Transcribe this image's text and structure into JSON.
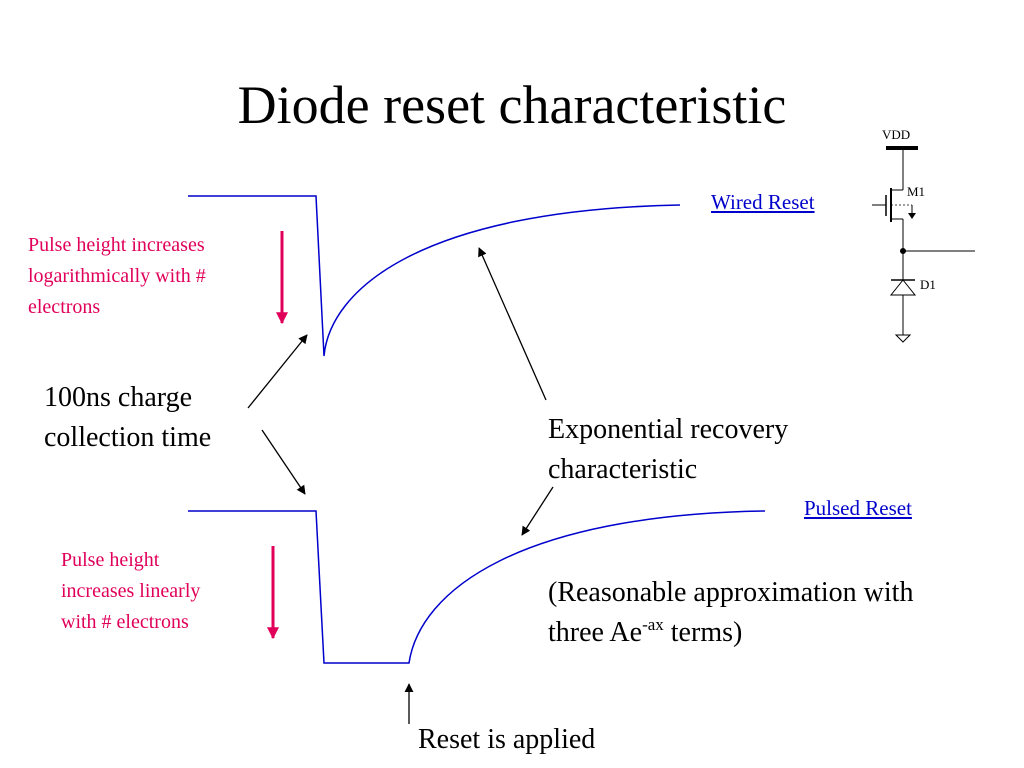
{
  "title": "Diode reset characteristic",
  "wired_reset_label": "Wired Reset",
  "pulsed_reset_label": "Pulsed Reset",
  "note_log": [
    "Pulse height increases",
    "logarithmically with #",
    "electrons"
  ],
  "note_linear": [
    "Pulse height",
    "increases linearly",
    "with # electrons"
  ],
  "collection_time": [
    "100ns charge",
    "collection time"
  ],
  "recovery": [
    "Exponential recovery",
    "characteristic"
  ],
  "approximation": {
    "line1": "(Reasonable approximation with",
    "line2_prefix": "three Ae",
    "line2_sup": "-ax",
    "line2_suffix": " terms)"
  },
  "reset_applied": "Reset is applied",
  "circuit": {
    "vdd": "VDD",
    "transistor": "M1",
    "diode": "D1"
  },
  "colors": {
    "waveform": "#0000cc",
    "note": "#e0005a",
    "text": "#000000"
  }
}
